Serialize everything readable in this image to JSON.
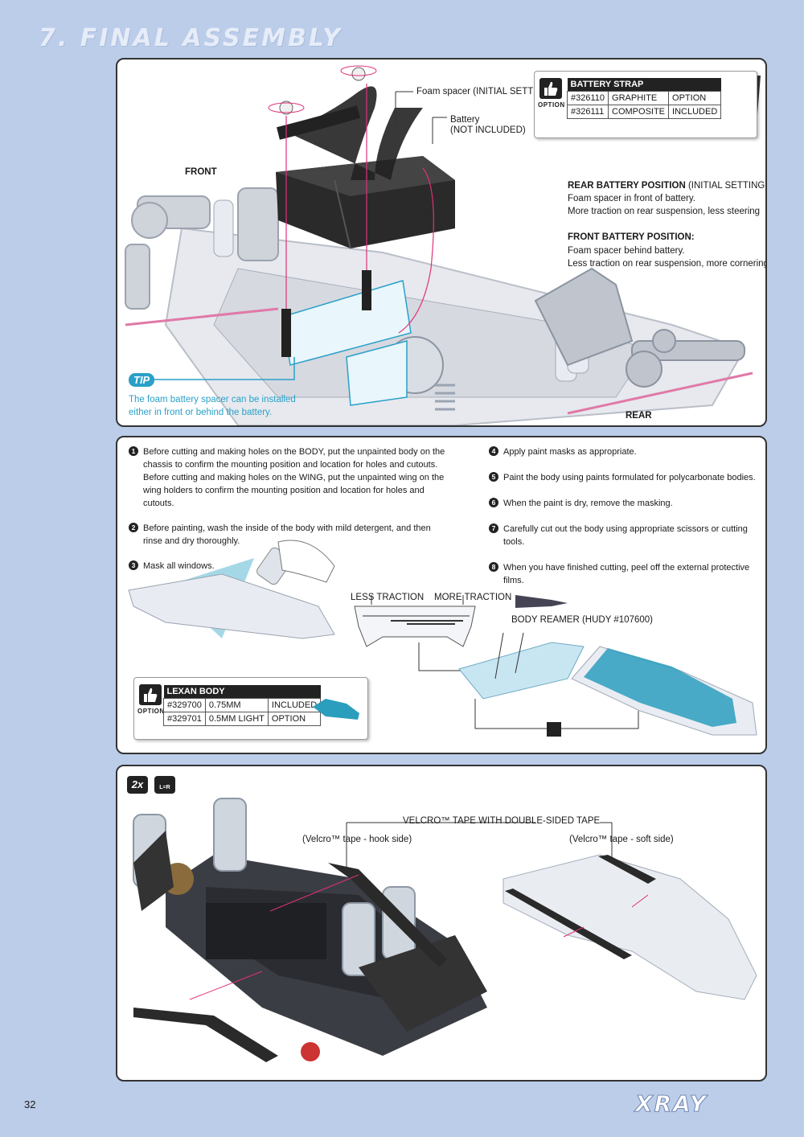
{
  "header": {
    "title": "7. FINAL ASSEMBLY"
  },
  "panel1": {
    "foam_spacer_label": "Foam spacer (INITIAL SETTING)",
    "battery_label_1": "Battery",
    "battery_label_2": "(NOT INCLUDED)",
    "front_label": "FRONT",
    "rear_label": "REAR",
    "option_label": "OPTION",
    "battery_strap": {
      "title": "BATTERY STRAP",
      "rows": [
        [
          "#326110",
          "GRAPHITE",
          "OPTION"
        ],
        [
          "#326111",
          "COMPOSITE",
          "INCLUDED"
        ]
      ]
    },
    "rear_position_title": "REAR BATTERY POSITION",
    "rear_position_suffix": "(INITIAL SETTING):",
    "rear_position_line1": "Foam spacer in front of battery.",
    "rear_position_line2": "More traction on rear suspension, less steering",
    "front_position_title": "FRONT BATTERY POSITION:",
    "front_position_line1": "Foam spacer behind battery.",
    "front_position_line2": "Less traction on rear suspension, more cornering speed",
    "tip_badge": "TIP",
    "tip_line1": "The foam battery spacer can be installed",
    "tip_line2": "either in front or behind the battery."
  },
  "panel2": {
    "steps_left": [
      {
        "num": "1",
        "text": "Before cutting and making holes on the BODY, put the unpainted body on the chassis to confirm the mounting position and location for holes and cutouts. Before cutting and making holes on the WING, put the unpainted wing on the wing holders to confirm the mounting position and location for holes and cutouts."
      },
      {
        "num": "2",
        "text": "Before painting, wash the inside of the body with mild detergent, and then rinse and dry thoroughly."
      },
      {
        "num": "3",
        "text": "Mask all windows."
      }
    ],
    "steps_right": [
      {
        "num": "4",
        "text": "Apply paint masks as appropriate."
      },
      {
        "num": "5",
        "text": "Paint the body using paints formulated for polycarbonate bodies."
      },
      {
        "num": "6",
        "text": "When the paint is dry, remove the masking."
      },
      {
        "num": "7",
        "text": "Carefully cut out the body using appropriate scissors or cutting tools."
      },
      {
        "num": "8",
        "text": "When you have finished cutting, peel off the external protective films."
      }
    ],
    "less_traction": "LESS TRACTION",
    "more_traction": "MORE TRACTION",
    "body_reamer": "BODY REAMER (HUDY #107600)",
    "option_label": "OPTION",
    "lexan_body": {
      "title": "LEXAN BODY",
      "rows": [
        [
          "#329700",
          "0.75MM",
          "INCLUDED"
        ],
        [
          "#329701",
          "0.5MM LIGHT",
          "OPTION"
        ]
      ]
    }
  },
  "panel3": {
    "qty_badge": "2x",
    "lr_badge": "L=R",
    "velcro_title": "VELCRO™ TAPE WITH DOUBLE-SIDED TAPE",
    "hook_side": "(Velcro™ tape - hook side)",
    "soft_side": "(Velcro™ tape - soft side)"
  },
  "footer": {
    "page_number": "32",
    "brand": "XRAY"
  }
}
